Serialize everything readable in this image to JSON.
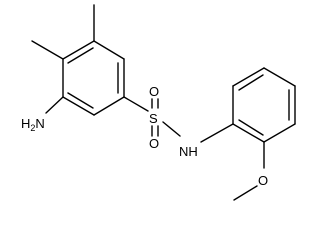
{
  "atoms": {
    "amine": "H",
    "amine_subscript": "2",
    "amine_n": "N",
    "sulfur": "S",
    "oxygen_top": "O",
    "oxygen_bottom": "O",
    "nh": "NH",
    "methoxy_o": "O"
  },
  "colors": {
    "bonds": "#000000",
    "labels": "#000000",
    "background": "#ffffff"
  }
}
